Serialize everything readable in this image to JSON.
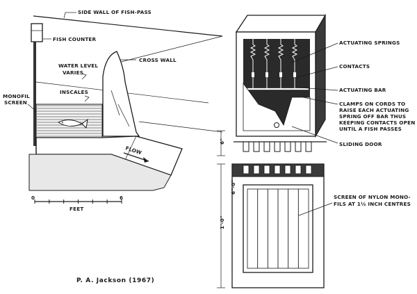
{
  "left_figure": {
    "labels": {
      "side_wall": "SIDE WALL OF FISH-PASS",
      "fish_counter": "FISH COUNTER",
      "water_level_1": "WATER LEVEL",
      "water_level_2": "VARIES",
      "cross_wall": "CROSS WALL",
      "inscales": "INSCALES",
      "monofil_1": "MONOFIL",
      "monofil_2": "SCREEN",
      "flow": "FLOW"
    },
    "scale": {
      "start": "0",
      "end": "6",
      "unit": "FEET"
    }
  },
  "right_figure": {
    "labels": {
      "actuating_springs": "ACTUATING SPRINGS",
      "contacts": "CONTACTS",
      "actuating_bar": "ACTUATING BAR",
      "clamps_1": "CLAMPS ON CORDS TO",
      "clamps_2": "RAISE EACH ACTUATING",
      "clamps_3": "SPRING OFF BAR THUS",
      "clamps_4": "KEEPING CONTACTS OPEN",
      "clamps_5": "UNTIL A FISH PASSES",
      "sliding_door": "SLIDING DOOR",
      "screen_1": "SCREEN OF NYLON MONO-",
      "screen_2": "FILS AT 1½ INCH CENTRES"
    },
    "dimensions": {
      "upper": "6\"",
      "lower": "1'-0\"",
      "inner": "6\"-0\""
    }
  },
  "caption": "P. A. Jackson (1967)"
}
